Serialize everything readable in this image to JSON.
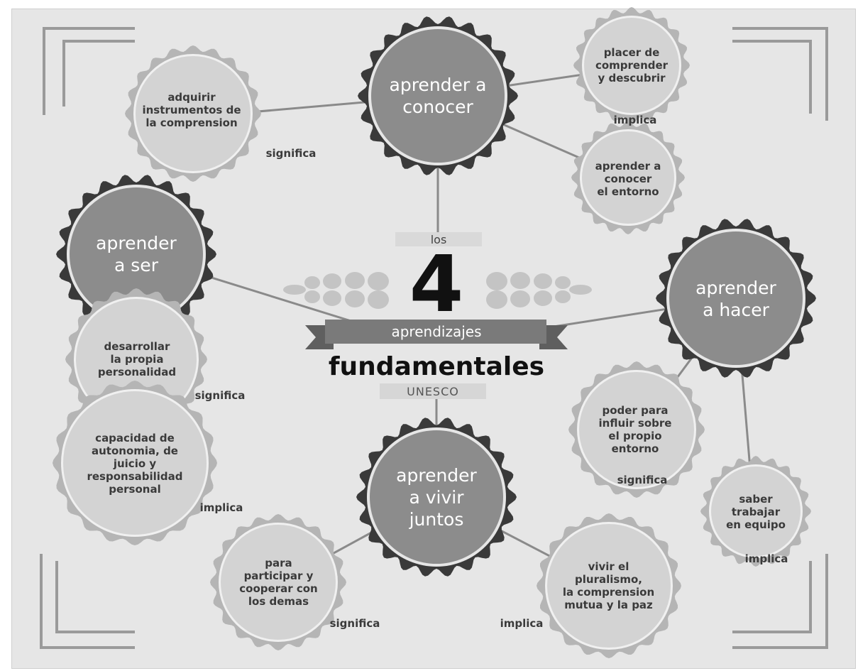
{
  "center": {
    "los": "los",
    "number": "4",
    "ribbon": "aprendizajes",
    "title": "fundamentales",
    "source": "UNESCO"
  },
  "pillars": {
    "conocer": {
      "title": "aprender a\nconocer",
      "significa_label": "significa",
      "significa": "adquirir\ninstrumentos de\nla comprension",
      "implica_label": "implica",
      "implica": [
        "placer de\ncomprender\ny descubrir",
        "aprender a\nconocer\nel entorno"
      ]
    },
    "ser": {
      "title": "aprender\na ser",
      "significa_label": "significa",
      "significa": "desarrollar\nla propia\npersonalidad",
      "implica_label": "implica",
      "implica": "capacidad de\nautonomia, de\njuicio y\nresponsabilidad\npersonal"
    },
    "hacer": {
      "title": "aprender\na hacer",
      "significa_label": "significa",
      "significa": "poder para\ninfluir sobre\nel propio\nentorno",
      "implica_label": "implica",
      "implica": "saber\ntrabajar\nen equipo"
    },
    "vivir": {
      "title": "aprender\na vivir\njuntos",
      "significa_label": "significa",
      "significa": "para\nparticipar y\ncooperar con\nlos demas",
      "implica_label": "implica",
      "implica": "vivir el\npluralismo,\nla comprension\nmutua y la paz"
    }
  },
  "colors": {
    "background": "#e6e6e6",
    "main_badge_fill": "#8c8c8c",
    "main_badge_ring": "#3a3a3a",
    "sub_badge_fill": "#d3d3d3",
    "sub_badge_ring": "#b5b5b5",
    "ribbon": "#7a7a7a",
    "connector": "#8a8a8a"
  }
}
